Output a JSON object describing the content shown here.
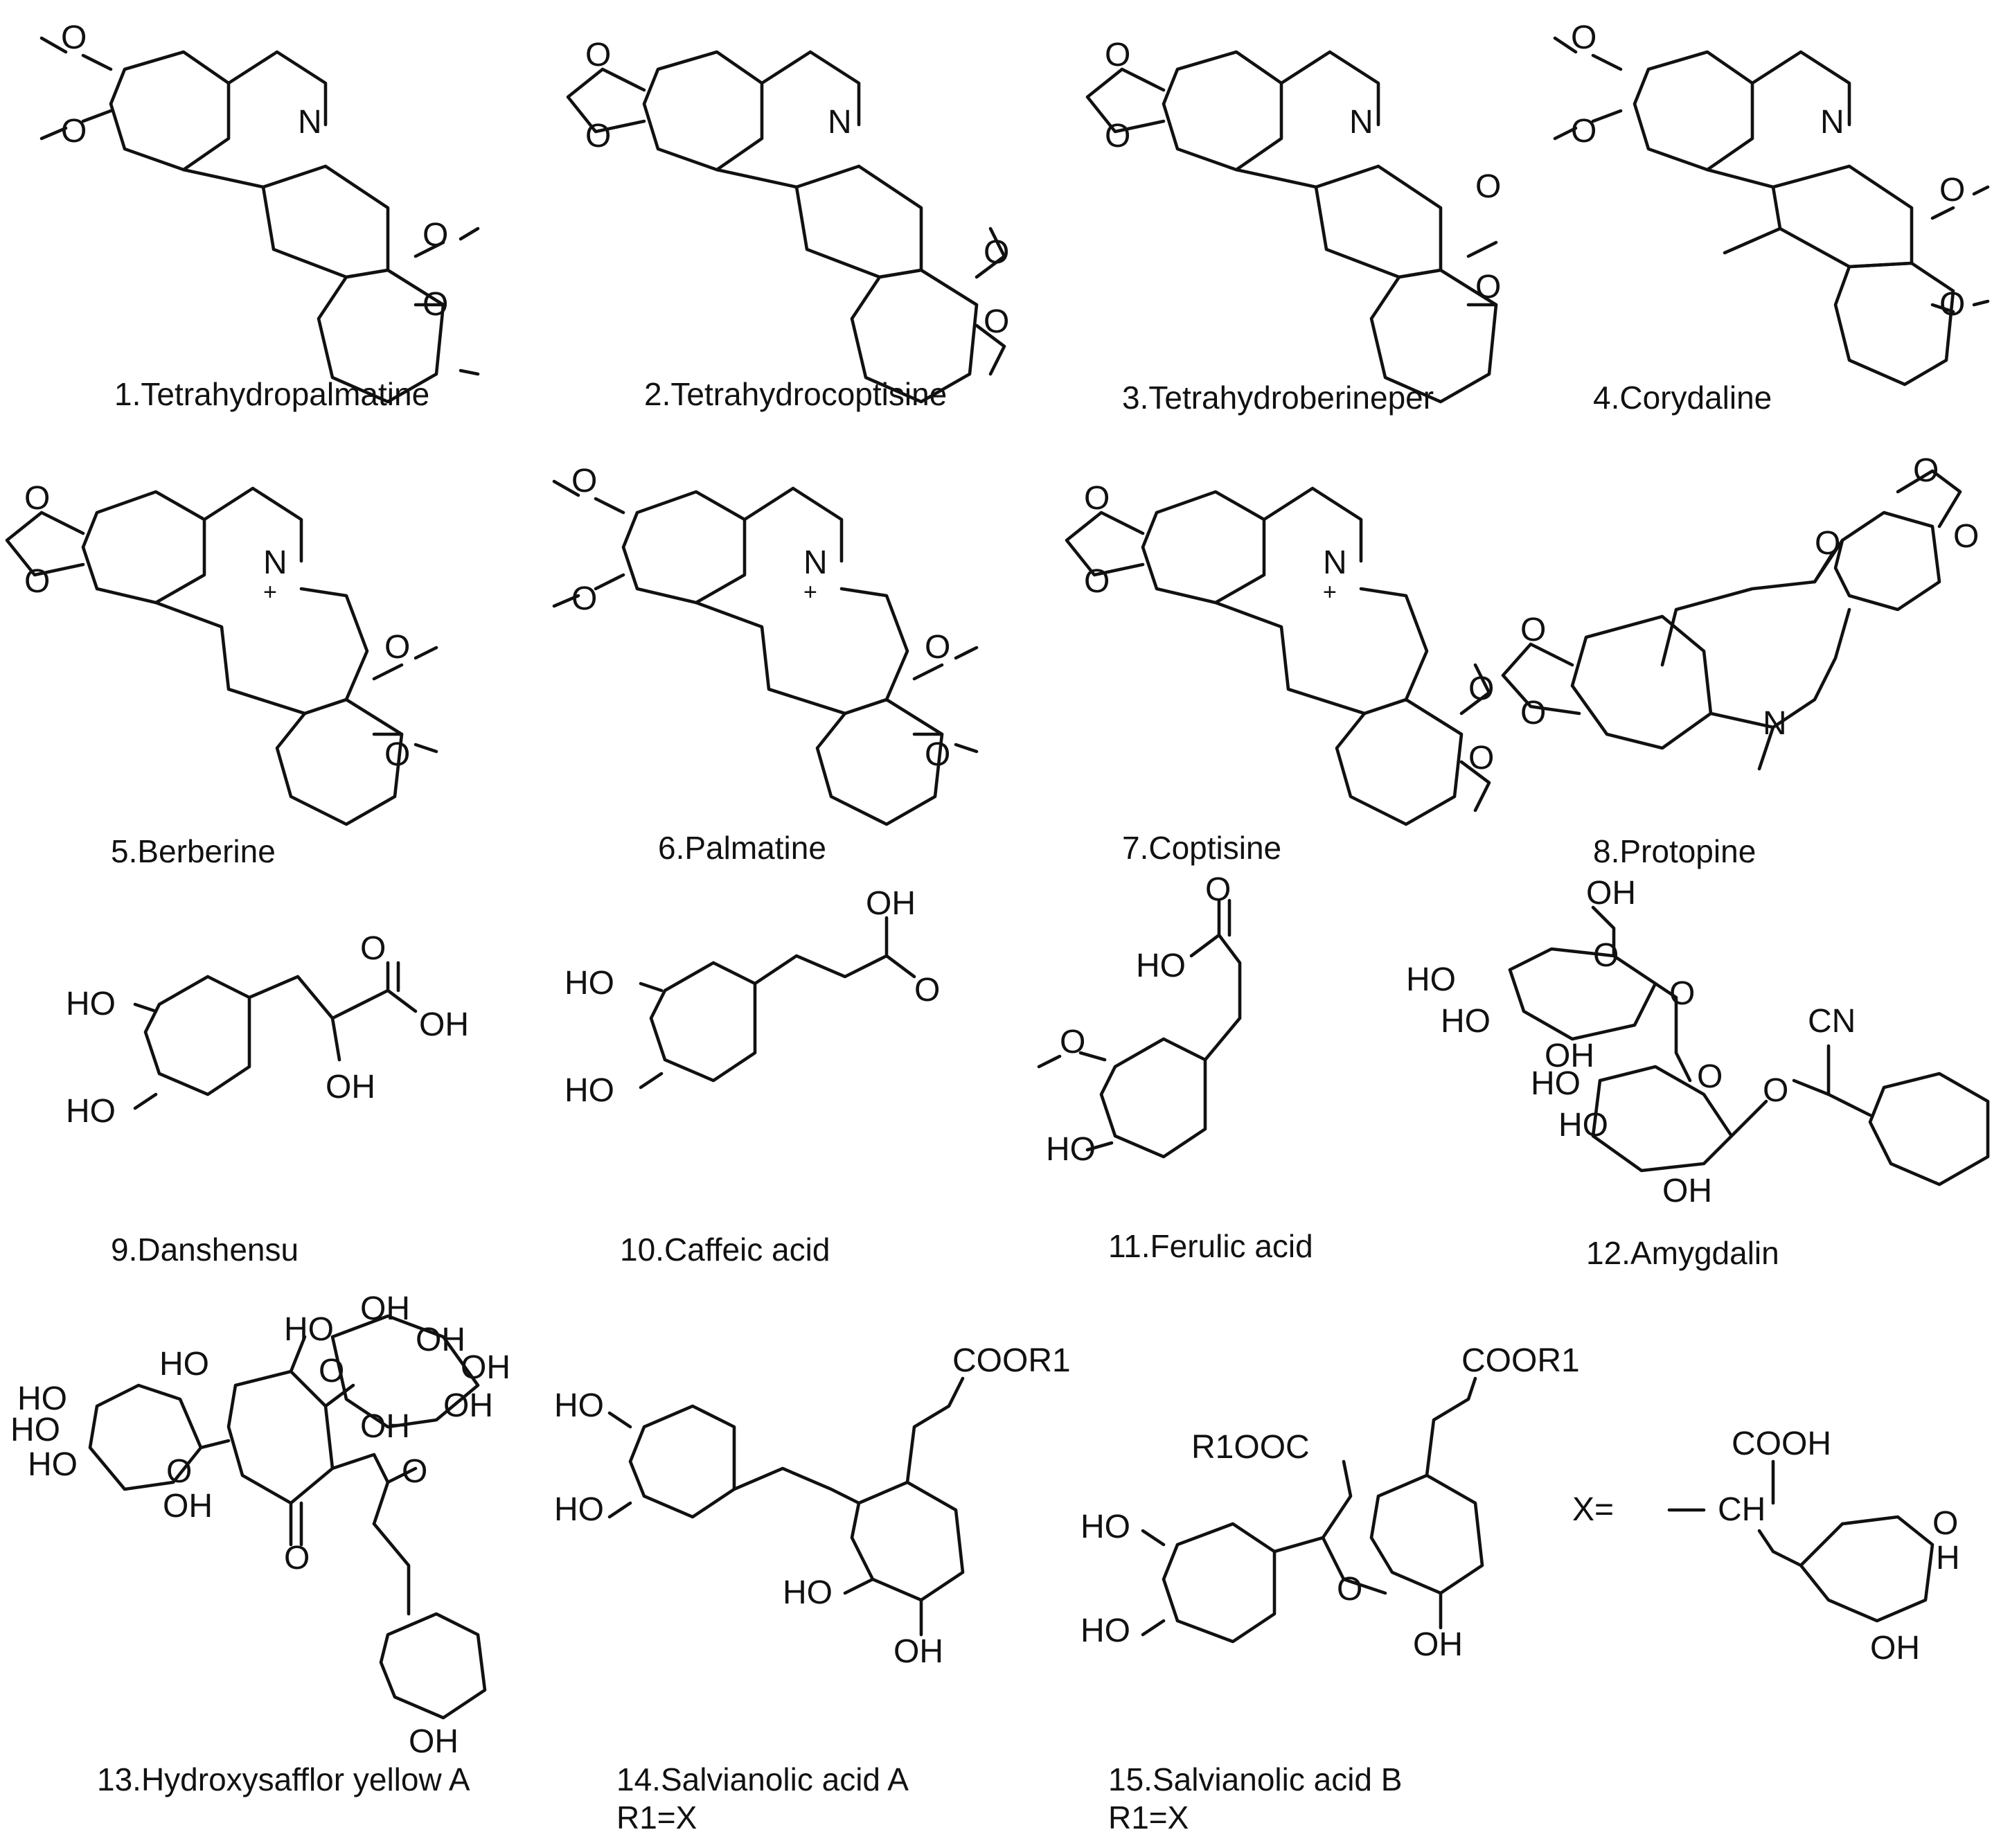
{
  "compounds": [
    {
      "number": "1",
      "name": "1.Tetrahydropalmatine"
    },
    {
      "number": "2",
      "name": "2.Tetrahydrocoptisine"
    },
    {
      "number": "3",
      "name": "3.Tetrahydroberineper"
    },
    {
      "number": "4",
      "name": "4.Corydaline"
    },
    {
      "number": "5",
      "name": "5.Berberine"
    },
    {
      "number": "6",
      "name": "6.Palmatine"
    },
    {
      "number": "7",
      "name": "7.Coptisine"
    },
    {
      "number": "8",
      "name": "8.Protopine"
    },
    {
      "number": "9",
      "name": "9.Danshensu"
    },
    {
      "number": "10",
      "name": "10.Caffeic acid"
    },
    {
      "number": "11",
      "name": "11.Ferulic acid"
    },
    {
      "number": "12",
      "name": "12.Amygdalin"
    },
    {
      "number": "13",
      "name": "13.Hydroxysafflor yellow A"
    },
    {
      "number": "14",
      "name": "14.Salvianolic acid A",
      "note": "R1=X"
    },
    {
      "number": "15",
      "name": "15.Salvianolic acid B",
      "note": "R1=X"
    }
  ],
  "atoms": {
    "N": "N",
    "O": "O",
    "OH": "OH",
    "HO": "HO",
    "CN": "CN",
    "COOH": "COOH",
    "COOR1": "COOR1",
    "R1OOC": "R1OOC",
    "CH": "CH",
    "H": "H",
    "plus": "+",
    "x_label": "X="
  }
}
